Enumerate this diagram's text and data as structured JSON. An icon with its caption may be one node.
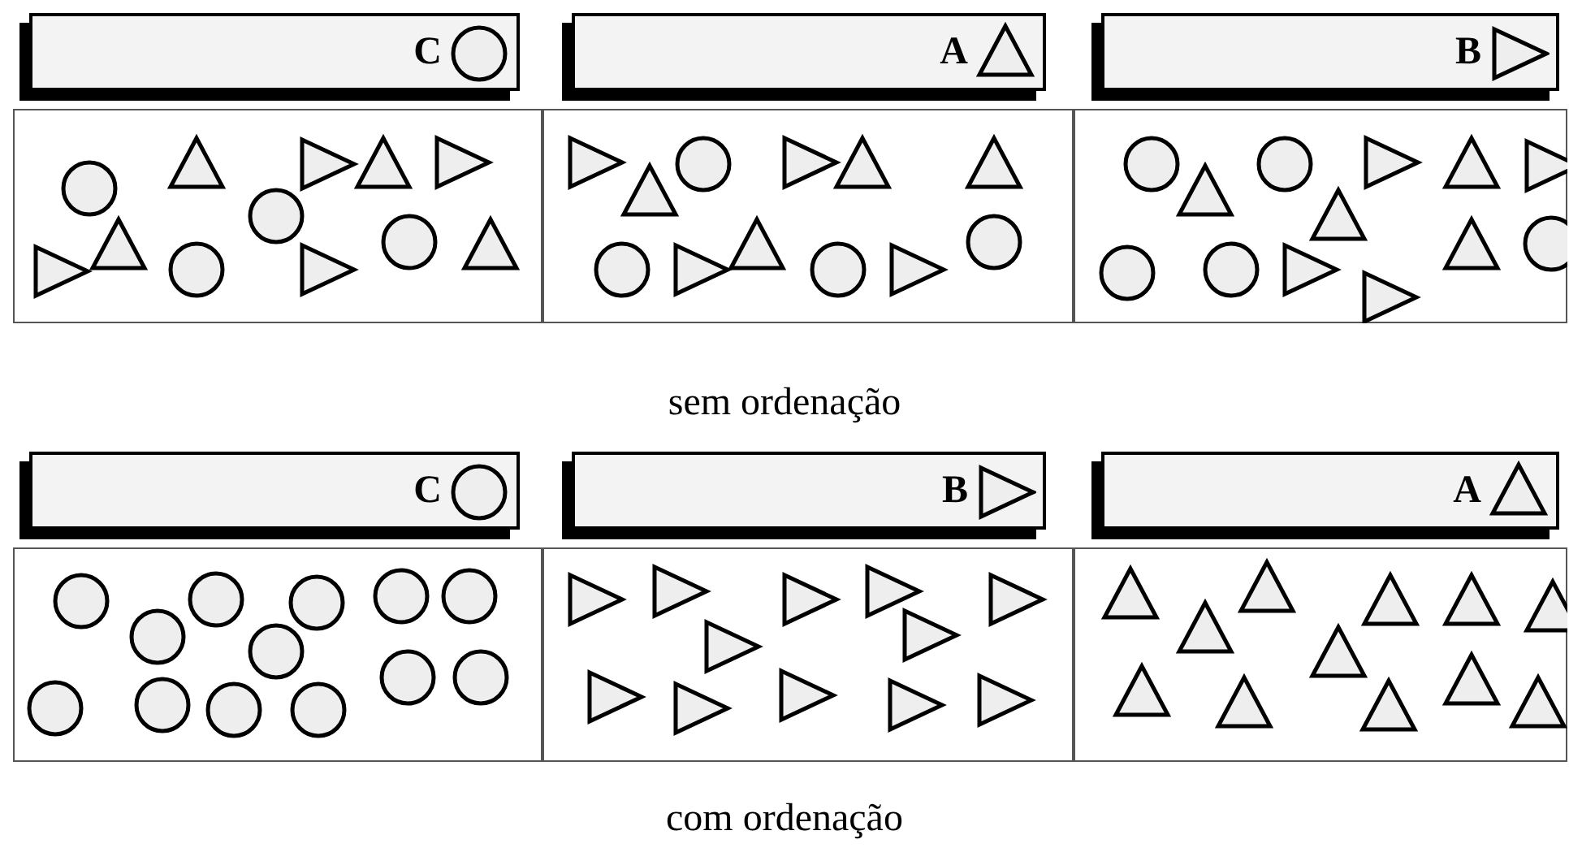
{
  "diagram": {
    "nodes": [
      {
        "text": [
          "C"
        ]
      },
      {
        "text": [
          "A"
        ]
      },
      {
        "text": [
          "B"
        ]
      },
      {
        "text": [
          "C"
        ]
      },
      {
        "text": [
          "B"
        ]
      },
      {
        "text": [
          "A"
        ]
      }
    ],
    "labels": [
      "sem ordenação",
      "com ordenação"
    ]
  }
}
